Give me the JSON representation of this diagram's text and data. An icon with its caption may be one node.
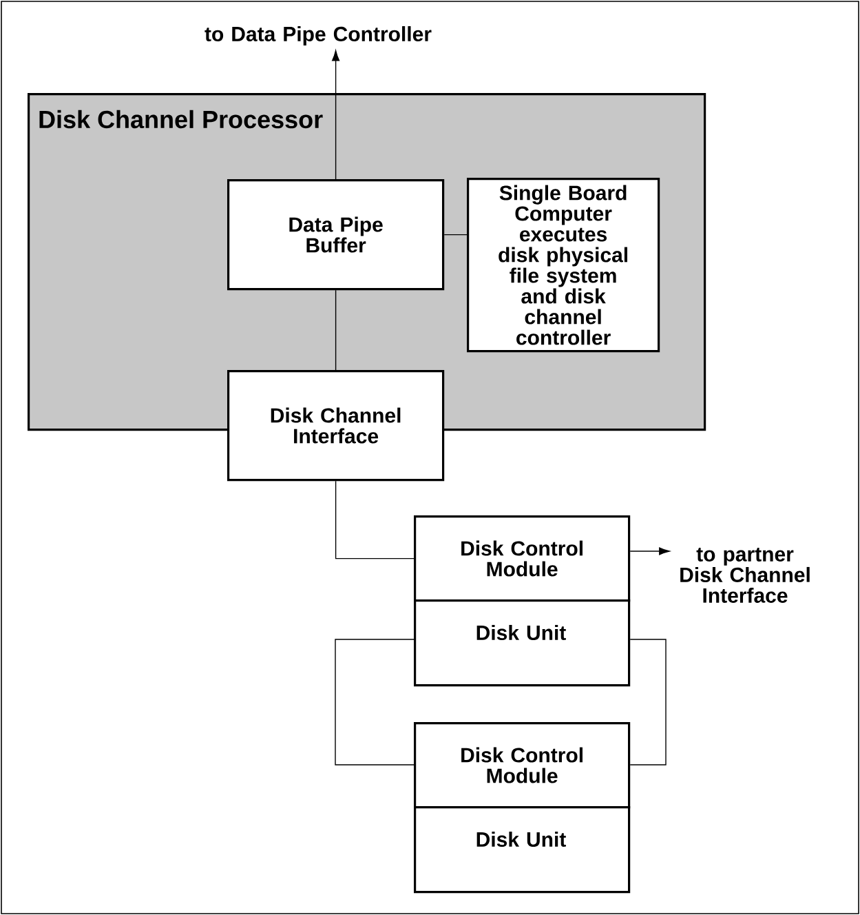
{
  "diagram": {
    "nodes": [
      {
        "text": [
          "to Data Pipe Controller"
        ]
      },
      {
        "text": [
          "Disk Channel Processor"
        ]
      },
      {
        "text": [
          "Data Pipe Buffer"
        ],
        "in": 1
      },
      {
        "text": [
          "Single Board Computer executes disk physical file system and disk channel controller"
        ],
        "in": 1
      },
      {
        "text": [
          "Disk Channel Interface"
        ]
      },
      {
        "text": [
          "Disk Control Module"
        ]
      },
      {
        "text": [
          "to partner Disk Channel Interface"
        ]
      },
      {
        "text": [
          "Disk Unit"
        ]
      },
      {
        "text": [
          "Disk Control Module"
        ]
      },
      {
        "text": [
          "Disk Unit"
        ]
      }
    ],
    "edges": [
      {
        "from": 2,
        "to": 0,
        "arrow": "to"
      },
      {
        "from": 2,
        "to": 3,
        "arrow": "none"
      },
      {
        "from": 2,
        "to": 4,
        "arrow": "none"
      },
      {
        "from": 4,
        "to": 5,
        "arrow": "none"
      },
      {
        "from": 5,
        "to": 6,
        "arrow": "to"
      },
      {
        "from": 7,
        "to": 8,
        "arrow": "none"
      },
      {
        "from": 7,
        "to": 8,
        "arrow": "none"
      }
    ]
  }
}
